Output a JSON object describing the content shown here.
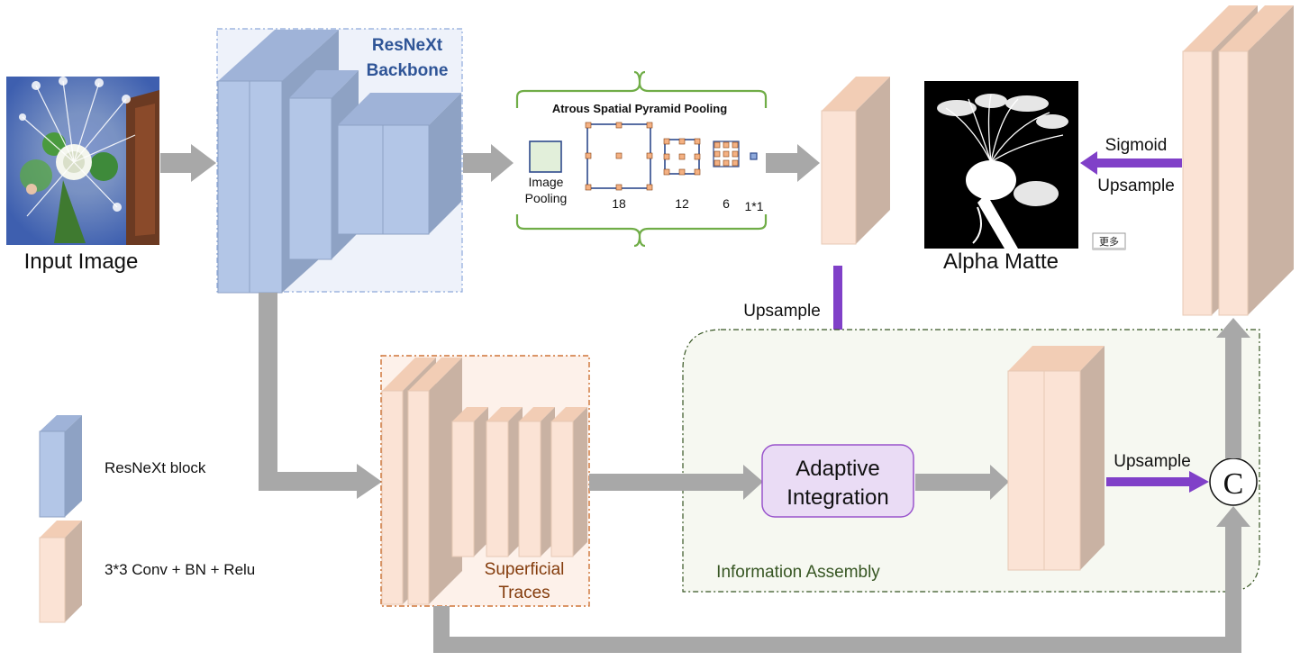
{
  "diagram": {
    "input_image_label": "Input Image",
    "backbone_label_line1": "ResNeXt",
    "backbone_label_line2": "Backbone",
    "aspp_title": "Atrous Spatial Pyramid Pooling",
    "image_pooling_line1": "Image",
    "image_pooling_line2": "Pooling",
    "rate_18": "18",
    "rate_12": "12",
    "rate_6": "6",
    "rate_1x1": "1*1",
    "alpha_matte_label": "Alpha Matte",
    "more_button": "更多",
    "sigmoid_label": "Sigmoid",
    "upsample_top_right": "Upsample",
    "upsample_mid": "Upsample",
    "upsample_bottom": "Upsample",
    "adaptive_line1": "Adaptive",
    "adaptive_line2": "Integration",
    "superficial_line1": "Superficial",
    "superficial_line2": "Traces",
    "info_assembly_label": "Information Assembly",
    "concat_symbol": "C",
    "legend_resnext": "ResNeXt block",
    "legend_conv": "3*3 Conv + BN + Relu"
  },
  "colors": {
    "blue_front": "#b3c6e7",
    "blue_side": "#8ea2c4",
    "blue_top": "#9fb3d8",
    "peach_front": "#fbe3d5",
    "peach_side": "#c9b2a3",
    "peach_top": "#f2cdb5",
    "arrow_gray": "#a8a8a8",
    "arrow_purple": "#8040c8",
    "aspp_green": "#70ad47",
    "pyramid_blue": "#2e4a8c",
    "dot_orange": "#f4b183",
    "backbone_text": "#2f5597",
    "superficial_text": "#843c0c",
    "assembly_text": "#375623"
  }
}
